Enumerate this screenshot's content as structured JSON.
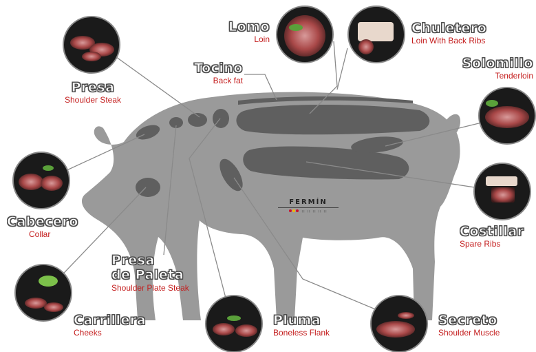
{
  "brand": {
    "name": "FERMÍN",
    "tagline": "ıı ıı ıı ıı ıı",
    "colors": [
      "#c8102e",
      "#f2b705",
      "#c8102e"
    ]
  },
  "cuts": [
    {
      "id": "lomo",
      "es": "Lomo",
      "en": "Loin"
    },
    {
      "id": "chuletero",
      "es": "Chuletero",
      "en": "Loin With Back Ribs"
    },
    {
      "id": "solomillo",
      "es": "Solomillo",
      "en": "Tenderloin"
    },
    {
      "id": "tocino",
      "es": "Tocino",
      "en": "Back fat"
    },
    {
      "id": "presa",
      "es": "Presa",
      "en": "Shoulder Steak"
    },
    {
      "id": "cabecero",
      "es": "Cabecero",
      "en": "Collar"
    },
    {
      "id": "presa-de-paleta",
      "es": "Presa\nde Paleta",
      "en": "Shoulder Plate Steak"
    },
    {
      "id": "costillar",
      "es": "Costillar",
      "en": "Spare Ribs"
    },
    {
      "id": "carrillera",
      "es": "Carrillera",
      "en": "Cheeks"
    },
    {
      "id": "pluma",
      "es": "Pluma",
      "en": "Boneless Flank"
    },
    {
      "id": "secreto",
      "es": "Secreto",
      "en": "Shoulder Muscle"
    }
  ],
  "colors": {
    "pig": "#9a9a9a",
    "cut": "#5f5f5f",
    "label_en": "#c41e1e",
    "leader": "#8a8a8a"
  }
}
